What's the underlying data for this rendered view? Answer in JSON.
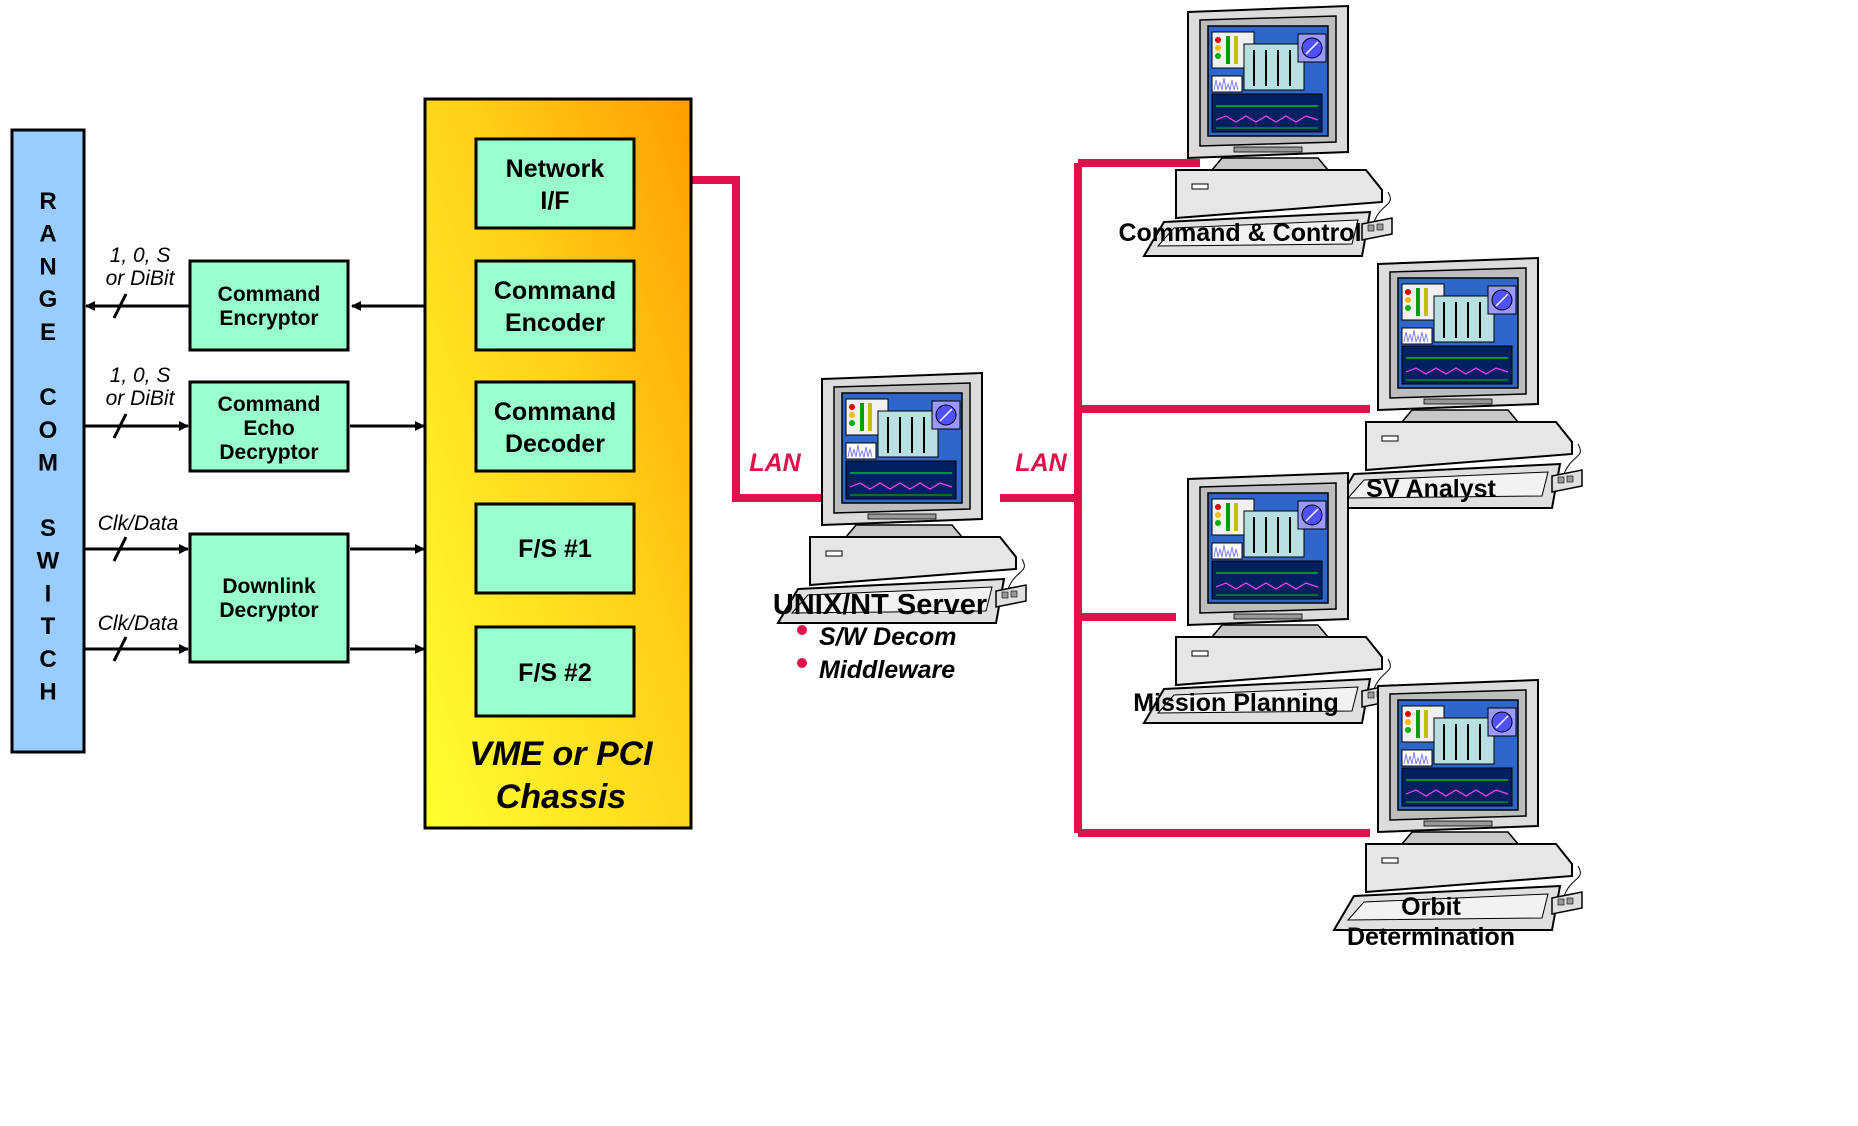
{
  "range_switch": {
    "letters": [
      "R",
      "A",
      "N",
      "G",
      "E",
      "",
      "C",
      "O",
      "M",
      "",
      "S",
      "W",
      "I",
      "T",
      "C",
      "H"
    ]
  },
  "signals": {
    "encryptor_out": [
      "1, 0, S",
      "or DiBit"
    ],
    "echo_in": [
      "1, 0, S",
      "or DiBit"
    ],
    "clk_data_1": "Clk/Data",
    "clk_data_2": "Clk/Data"
  },
  "left_boxes": {
    "encryptor": [
      "Command",
      "Encryptor"
    ],
    "echo_decryptor": [
      "Command",
      "Echo",
      "Decryptor"
    ],
    "downlink_decryptor": [
      "Downlink",
      "Decryptor"
    ]
  },
  "chassis": {
    "title": [
      "VME or PCI",
      "Chassis"
    ],
    "cards": {
      "network_if": [
        "Network",
        "I/F"
      ],
      "encoder": [
        "Command",
        "Encoder"
      ],
      "decoder": [
        "Command",
        "Decoder"
      ],
      "fs1": "F/S #1",
      "fs2": "F/S #2"
    }
  },
  "lan_labels": [
    "LAN",
    "LAN"
  ],
  "server": {
    "title": "UNIX/NT Server",
    "bullets": [
      "S/W Decom",
      "Middleware"
    ]
  },
  "workstations": {
    "command_control": "Command & Control",
    "sv_analyst": "SV Analyst",
    "mission_planning": "Mission Planning",
    "orbit_determination": [
      "Orbit",
      "Determination"
    ]
  },
  "colors": {
    "lan": "#e0104a",
    "switch_fill": "#99ccff",
    "card_fill": "#99ffcc",
    "chassis_fill": "#ffd700",
    "screen": "#2f66c9"
  }
}
